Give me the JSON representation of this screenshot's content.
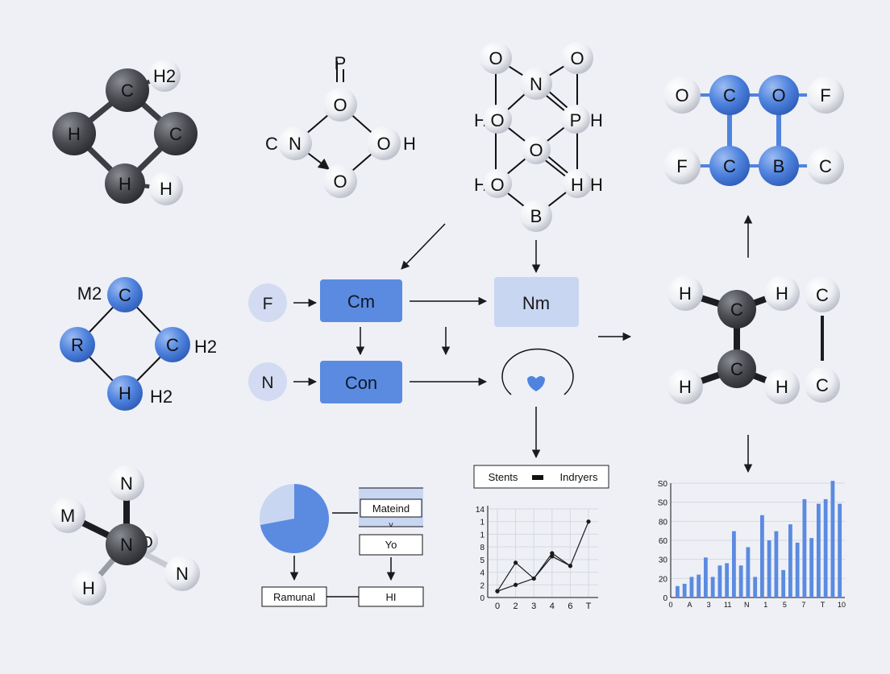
{
  "colors": {
    "background": "#eef0f6",
    "accent_blue": "#4f83de",
    "box_blue": "#5b8be0",
    "light_blue": "#c9d6f2",
    "atom_white": "#f4f5f8",
    "atom_dark": "#4a4c52",
    "line": "#1a1a1a"
  },
  "molecules": {
    "m1": {
      "c_top": "C",
      "h2": "H2",
      "h_left": "H",
      "c_right": "C",
      "h_bottom": "H",
      "h_br": "H"
    },
    "m2": {
      "p": "P",
      "o_top": "O",
      "cn_c": "C",
      "cn_n": "N",
      "oh_o": "O",
      "oh_h": "H",
      "o_bottom": "O"
    },
    "m3": {
      "o1": "O",
      "o2": "O",
      "n": "N",
      "ho_h1": "H",
      "ho_o1": "O",
      "p": "P",
      "h_p": "H",
      "o_mid": "O",
      "ho_h2": "H",
      "ho_o2": "O",
      "h_br1": "H",
      "h_br2": "H",
      "b": "B"
    },
    "m4": {
      "o_left": "O",
      "c1": "C",
      "o2": "O",
      "f_right": "F",
      "f_left": "F",
      "c2": "C",
      "b": "B",
      "c3": "C"
    },
    "m5": {
      "m2": "M2",
      "c_top": "C",
      "r": "R",
      "c_right": "C",
      "h2_right": "H2",
      "h": "H",
      "h2_bottom": "H2"
    },
    "m6": {
      "h_tl": "H",
      "c_top": "C",
      "h_tr": "H",
      "c_fr": "C",
      "h_bl": "H",
      "c_bottom": "C",
      "h_br": "H",
      "c_fr2": "C"
    },
    "m7": {
      "n_top": "N",
      "m": "M",
      "n_center": "N",
      "o_hidden": "O",
      "h": "H",
      "n_right": "N"
    }
  },
  "flow": {
    "node_f": "F",
    "box_cm": "Cm",
    "box_nm": "Nm",
    "node_n": "N",
    "box_con": "Con"
  },
  "legend": {
    "left": "Stents",
    "right": "Indryers"
  },
  "pie_flow": {
    "label_materials": "Mateind",
    "box_yo": "Yo",
    "box_hi": "HI",
    "box_rational": "Ramunal",
    "pie_share": 0.72
  },
  "line_chart": {
    "chart_data": {
      "type": "line",
      "x_ticks": [
        "0",
        "2",
        "3",
        "4",
        "6",
        "T"
      ],
      "y_ticks": [
        "0",
        "2",
        "4",
        "5",
        "8",
        "1",
        "1",
        "14"
      ],
      "series": [
        {
          "values": [
            1,
            2,
            3,
            7,
            5,
            12
          ]
        },
        {
          "values": [
            1,
            5.5,
            3,
            6.5,
            5
          ]
        }
      ],
      "ylim": [
        0,
        14
      ]
    }
  },
  "bar_chart": {
    "chart_data": {
      "type": "bar",
      "x_ticks": [
        "0",
        "A",
        "3",
        "11",
        "N",
        "1",
        "5",
        "7",
        "T",
        "10"
      ],
      "y_ticks": [
        "0",
        "20",
        "30",
        "60",
        "80",
        "S0",
        "S0"
      ],
      "values": [
        10,
        12,
        18,
        20,
        35,
        18,
        28,
        30,
        58,
        28,
        44,
        18,
        72,
        50,
        58,
        24,
        64,
        48,
        86,
        52,
        82,
        86,
        102,
        82
      ],
      "ylim": [
        0,
        100
      ]
    }
  }
}
